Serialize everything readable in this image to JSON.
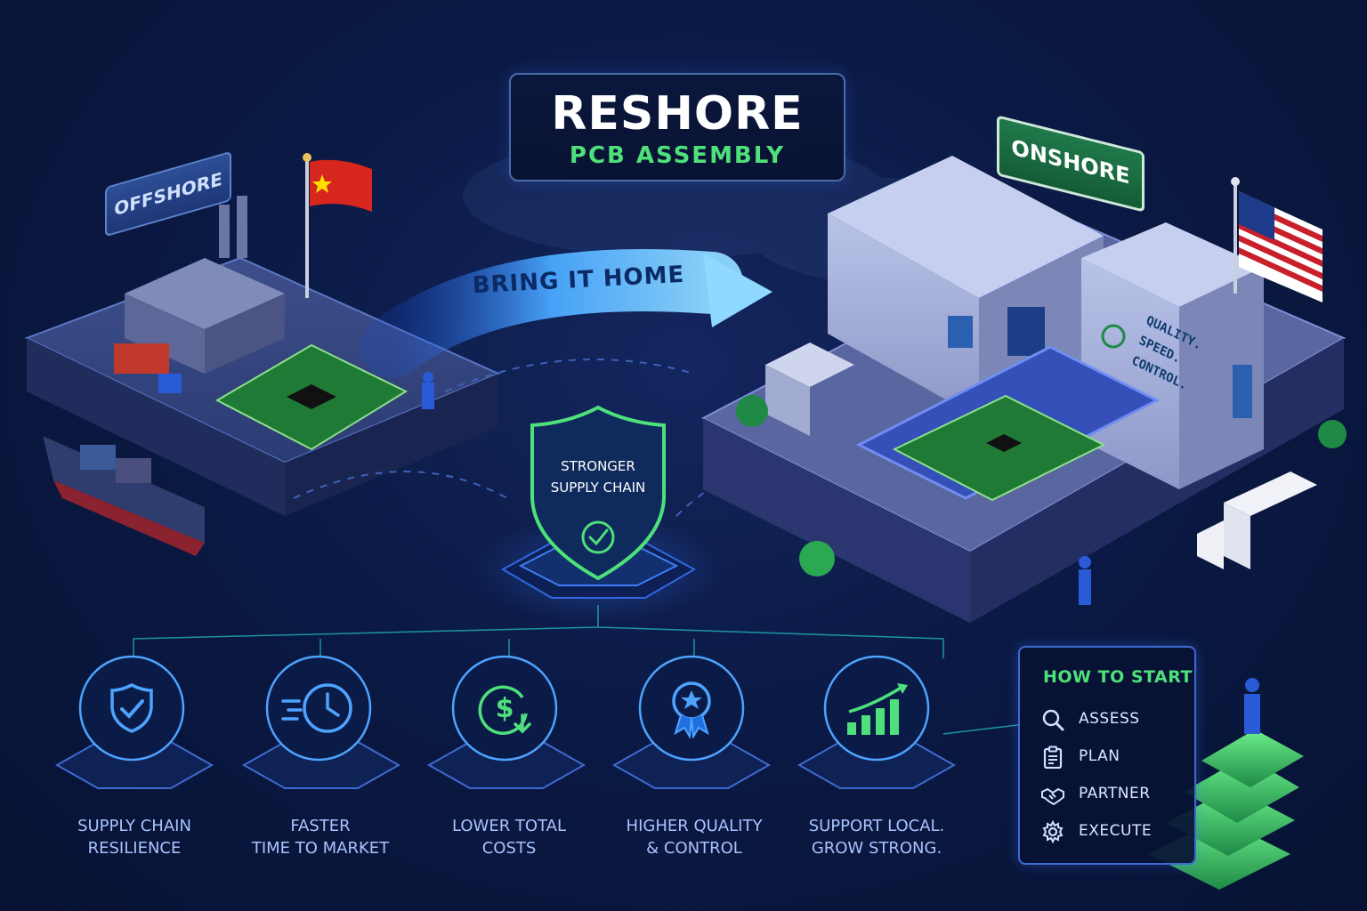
{
  "title": {
    "main": "RESHORE",
    "sub": "PCB ASSEMBLY"
  },
  "signs": {
    "offshore": "OFFSHORE",
    "onshore": "ONSHORE"
  },
  "arrow": {
    "label": "BRING IT HOME"
  },
  "shield": {
    "line1": "STRONGER",
    "line2": "SUPPLY CHAIN",
    "icon": "check-icon"
  },
  "wall_text": {
    "line1": "QUALITY.",
    "line2": "SPEED.",
    "line3": "CONTROL."
  },
  "benefits": [
    {
      "line1": "SUPPLY CHAIN",
      "line2": "RESILIENCE",
      "icon": "shield-check-icon"
    },
    {
      "line1": "FASTER",
      "line2": "TIME TO MARKET",
      "icon": "clock-icon"
    },
    {
      "line1": "LOWER TOTAL",
      "line2": "COSTS",
      "icon": "dollar-down-icon"
    },
    {
      "line1": "HIGHER QUALITY",
      "line2": "& CONTROL",
      "icon": "award-ribbon-icon"
    },
    {
      "line1": "SUPPORT LOCAL.",
      "line2": "GROW STRONG.",
      "icon": "growth-chart-icon"
    }
  ],
  "how_to_start": {
    "title": "HOW TO START",
    "steps": [
      {
        "label": "ASSESS",
        "icon": "search-icon"
      },
      {
        "label": "PLAN",
        "icon": "clipboard-icon"
      },
      {
        "label": "PARTNER",
        "icon": "handshake-icon"
      },
      {
        "label": "EXECUTE",
        "icon": "gear-icon"
      }
    ]
  },
  "colors": {
    "accent_green": "#4ee07a",
    "accent_blue": "#3f6ad0",
    "background": "#0b1a45",
    "label_blue": "#a9c3ff"
  }
}
